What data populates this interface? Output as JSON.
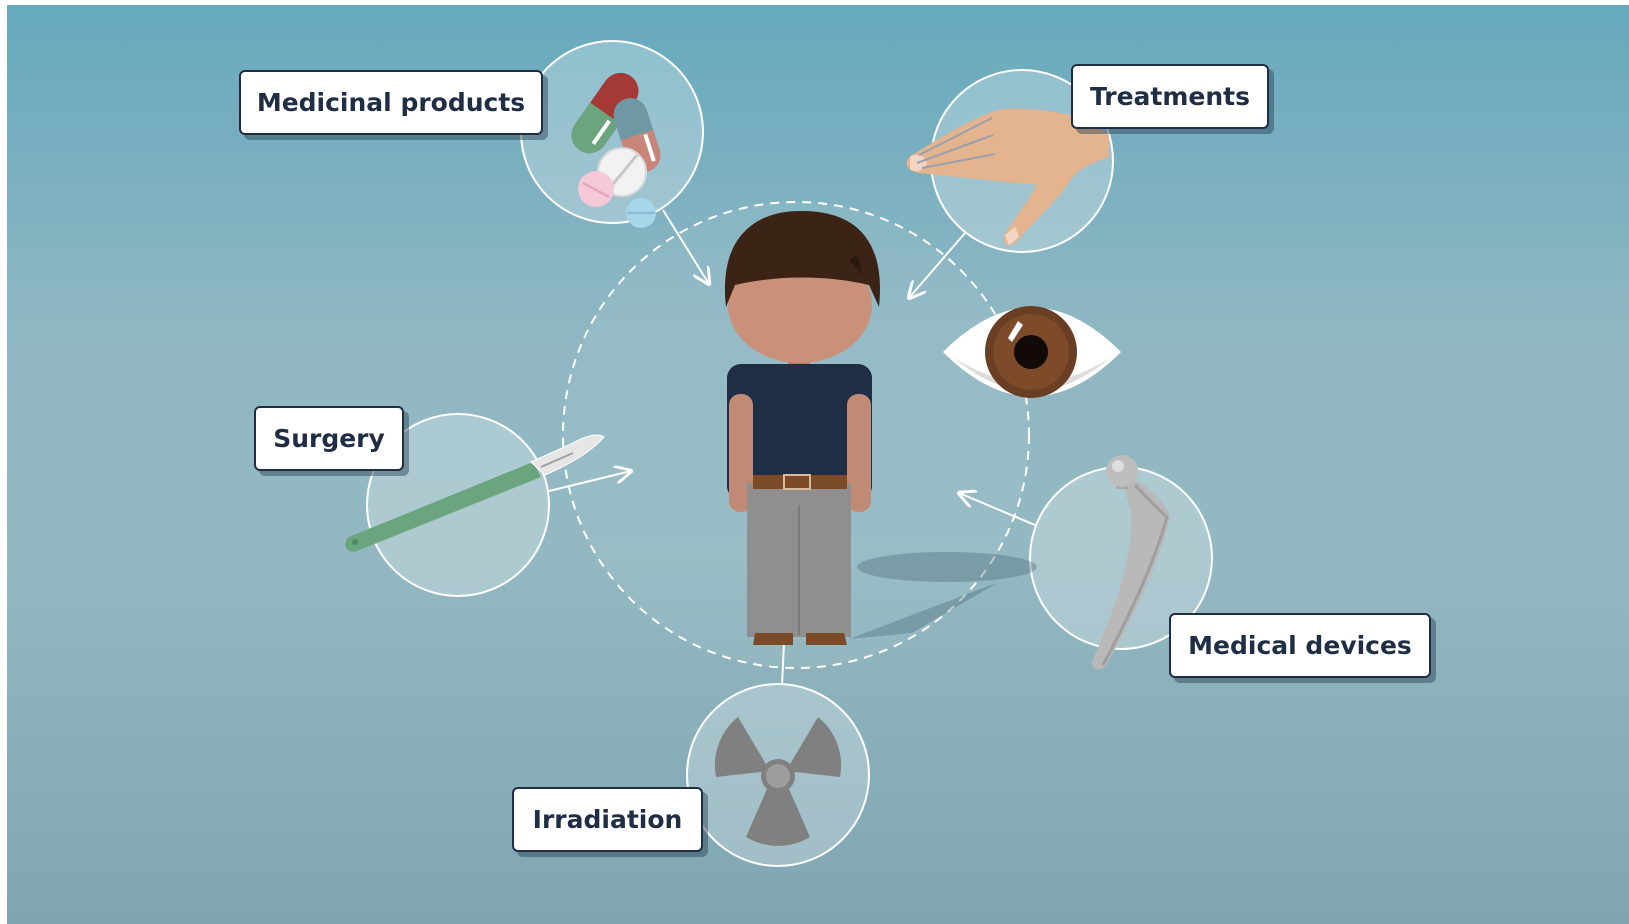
{
  "labels": {
    "medicinal_products": "Medicinal products",
    "treatments": "Treatments",
    "surgery": "Surgery",
    "medical_devices": "Medical devices",
    "irradiation": "Irradiation"
  },
  "colors": {
    "label_text": "#1f2d45",
    "background_top": "#66a9bd",
    "background_bottom": "#7fa6b1",
    "shirt": "#1f2d45",
    "hair": "#3b2415",
    "skin": "#c9907a",
    "trousers": "#8f8f8f",
    "scalpel_handle": "#6aa57e",
    "radiation": "#808080"
  },
  "icons": {
    "center": "person-icon",
    "medicinal_products": "pills-icon",
    "treatments": "hand-icon",
    "surgery": "scalpel-icon",
    "medical_devices": "hip-implant-icon",
    "irradiation": "radiation-icon",
    "extra": "eye-icon"
  }
}
